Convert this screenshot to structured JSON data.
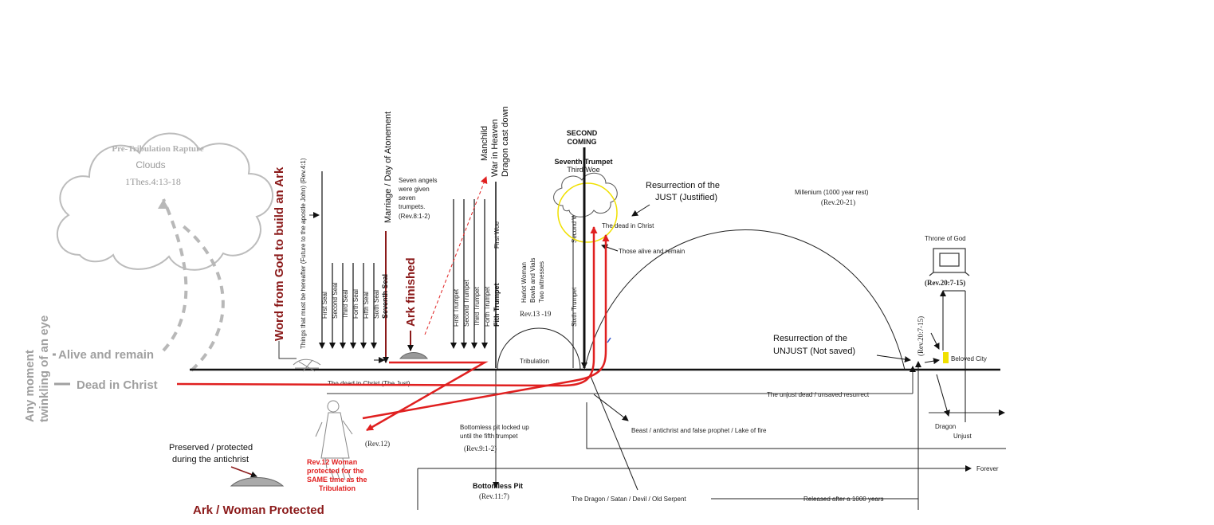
{
  "colors": {
    "red": "#e02020",
    "dark_red": "#8b1a1a",
    "gray": "#a0a0a0",
    "yellow": "#f0e000",
    "line": "#111111"
  },
  "cloud": {
    "title": "Pre-Tribulation Rapture",
    "clouds": "Clouds",
    "ref": "1Thes.4:13-18"
  },
  "left": {
    "any_moment": "Any moment",
    "twinkling": "twinkling of an eye",
    "alive": "Alive and remain",
    "dead": "Dead in Christ"
  },
  "ark": {
    "word_from_god": "Word from God to build an Ark",
    "things": "Things that must be hereafter (Future to the apostle John) (Rev.4:1)",
    "seals": [
      "First Seal",
      "Second Seal",
      "Third Seal",
      "Forth Seal",
      "Fifth Seal",
      "Sixth Seal"
    ],
    "seventh_seal": "Seventh Seal",
    "marriage": "Marriage / Day of Atonement",
    "finished": "Ark finished"
  },
  "angels": {
    "l1": "Seven angels",
    "l2": "were given",
    "l3": "seven",
    "l4": "trumpets.",
    "ref": "(Rev.8:1-2)"
  },
  "trumpets": {
    "items": [
      "First Trumpet",
      "Second Trumpet",
      "Third Trumpet",
      "Forth Trumpet"
    ],
    "fifth": "Fith Trumpet",
    "first_woe": "First Woe",
    "sixth": "Sixth Trumpet",
    "second_woe": "Second Woe"
  },
  "manchild": {
    "l1": "Manchild",
    "l2": "War in Heaven",
    "l3": "Dragon cast down"
  },
  "harlot": {
    "l1": "Harlot Woman",
    "l2": "Bowls and Vials",
    "l3": "Two witnesses",
    "ref": "Rev.13 -19"
  },
  "tribulation": "Tribulation",
  "second_coming": {
    "l1": "SECOND",
    "l2": "COMING",
    "seventh": "Seventh Trumpet",
    "third_woe": "Third Woe"
  },
  "resurrection_just": {
    "l1": "Resurrection of the",
    "l2": "JUST (Justified)"
  },
  "dead_in_christ": "The dead in Christ",
  "alive_remain": "Those alive and remain",
  "millenium": {
    "l1": "Millenium (1000 year rest)",
    "ref": "(Rev.20-21)"
  },
  "throne": {
    "label": "Throne of God",
    "ref": "(Rev.20:7-15)"
  },
  "resurrection_unjust": {
    "l1": "Resurrection of the",
    "l2": "UNJUST (Not saved)"
  },
  "rev20": "(Rev.20:7-15)",
  "beloved_city": "Beloved City",
  "just_line": "The dead in Christ (The Just)",
  "unjust_dead": "The unjust dead / unsaved resurrect",
  "beast": "Beast / antichrist and false prophet / Lake of fire",
  "dragon": "Dragon",
  "unjust": "Unjust",
  "forever": "Forever",
  "woman": {
    "rev12": "(Rev.12)",
    "preserved_l1": "Preserved / protected",
    "preserved_l2": "during the antichrist",
    "red_l1": "Rev.12 Woman",
    "red_l2": "protected for the",
    "red_l3": "SAME time as the",
    "red_l4": "Tribulation",
    "protected": "Ark / Woman Protected"
  },
  "bottomless": {
    "l1": "Bottomless pit locked up",
    "l2": "until the fifth trumpet",
    "ref": "(Rev.9:1-2)",
    "pit": "Bottomless Pit",
    "pit_ref": "(Rev.11:7)"
  },
  "serpent": "The Dragon / Satan / Devil / Old Serpent",
  "released": "Released after a 1000 years"
}
